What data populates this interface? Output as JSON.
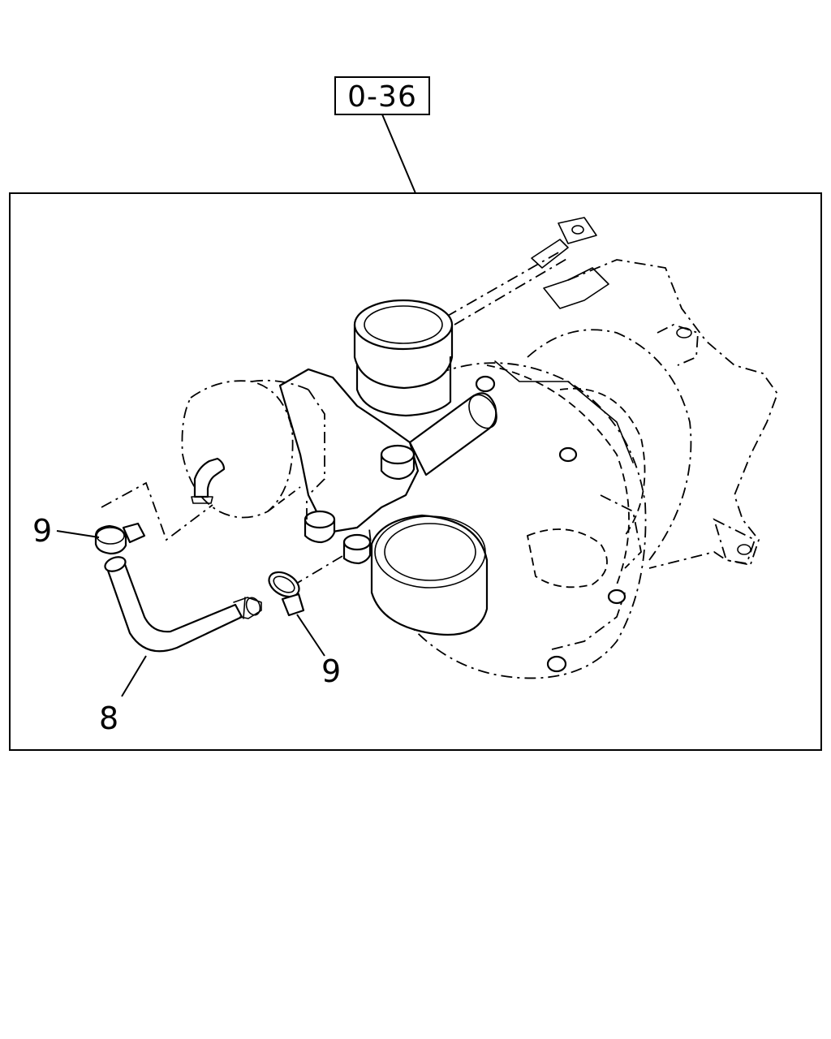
{
  "reference_box": {
    "text": "0-36"
  },
  "callouts": [
    {
      "id": "hose",
      "text": "8"
    },
    {
      "id": "clamp-upper",
      "text": "9"
    },
    {
      "id": "clamp-lower",
      "text": "9"
    }
  ],
  "colors": {
    "line": "#000000",
    "background": "#ffffff"
  }
}
